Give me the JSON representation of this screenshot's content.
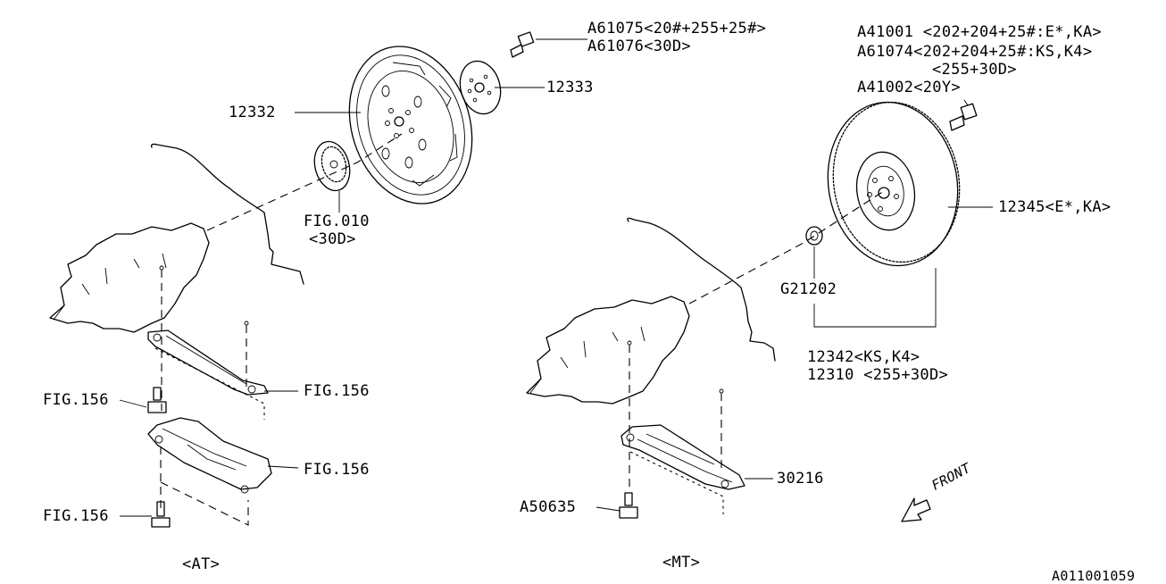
{
  "labels": {
    "a61075": "A61075<20#+255+25#>",
    "a61076": "A61076<30D>",
    "p12332": "12332",
    "p12333": "12333",
    "fig010": "FIG.010",
    "fig010_sub": "<30D>",
    "at_fig156_bolt_upper": "FIG.156",
    "at_fig156_right_upper": "FIG.156",
    "at_fig156_right_lower": "FIG.156",
    "at_fig156_bolt_lower": "FIG.156",
    "at_caption": "<AT>",
    "mt_caption": "<MT>",
    "a41001": "A41001 <202+204+25#:E*,KA>",
    "a61074": "A61074<202+204+25#:KS,K4>",
    "a61074_sub": "<255+30D>",
    "a41002": "A41002<20Y>",
    "p12345": "12345<E*,KA>",
    "g21202": "G21202",
    "p12342": "12342<KS,K4>",
    "p12310": "12310 <255+30D>",
    "p30216": "30216",
    "a50635": "A50635",
    "front": "FRONT",
    "diagram_id": "A011001059"
  },
  "icons": [
    "front-arrow-icon"
  ]
}
